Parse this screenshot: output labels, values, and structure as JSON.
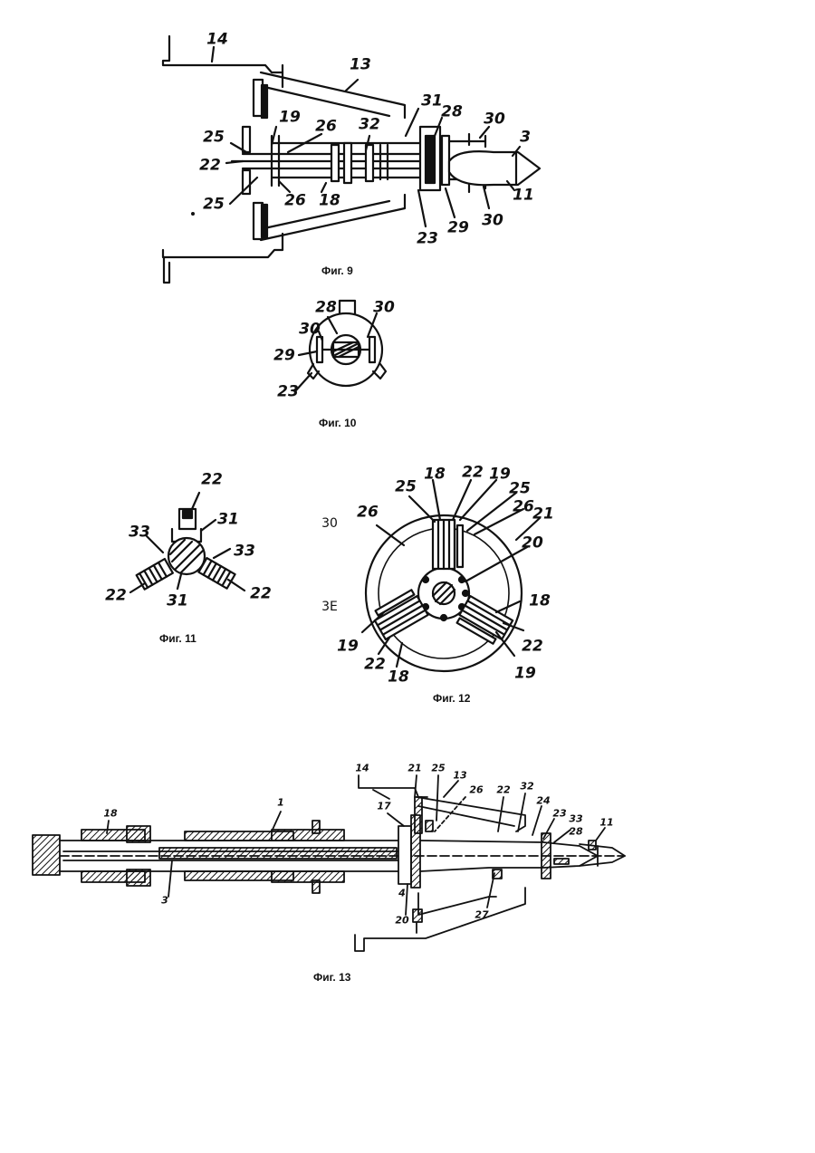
{
  "figures": {
    "fig9": {
      "caption": "Фиг. 9",
      "labels": [
        "14",
        "13",
        "31",
        "28",
        "30",
        "3",
        "19",
        "26",
        "32",
        "25",
        "22",
        "25",
        "26",
        "18",
        "23",
        "29",
        "30",
        "11"
      ]
    },
    "fig10": {
      "caption": "Фиг. 10",
      "labels": [
        "28",
        "30",
        "30",
        "29",
        "23"
      ]
    },
    "fig11": {
      "caption": "Фиг. 11",
      "labels": [
        "22",
        "31",
        "33",
        "33",
        "22",
        "31",
        "22"
      ]
    },
    "fig12": {
      "caption": "Фиг. 12",
      "labels": [
        "30",
        "3E",
        "18",
        "22",
        "19",
        "25",
        "25",
        "26",
        "26",
        "21",
        "20",
        "18",
        "19",
        "22",
        "22",
        "18",
        "19"
      ]
    },
    "fig13": {
      "caption": "Фиг. 13",
      "labels": [
        "14",
        "21",
        "25",
        "13",
        "26",
        "22",
        "32",
        "24",
        "23",
        "33",
        "28",
        "11",
        "1",
        "18",
        "17",
        "3",
        "4",
        "20",
        "27"
      ]
    }
  }
}
